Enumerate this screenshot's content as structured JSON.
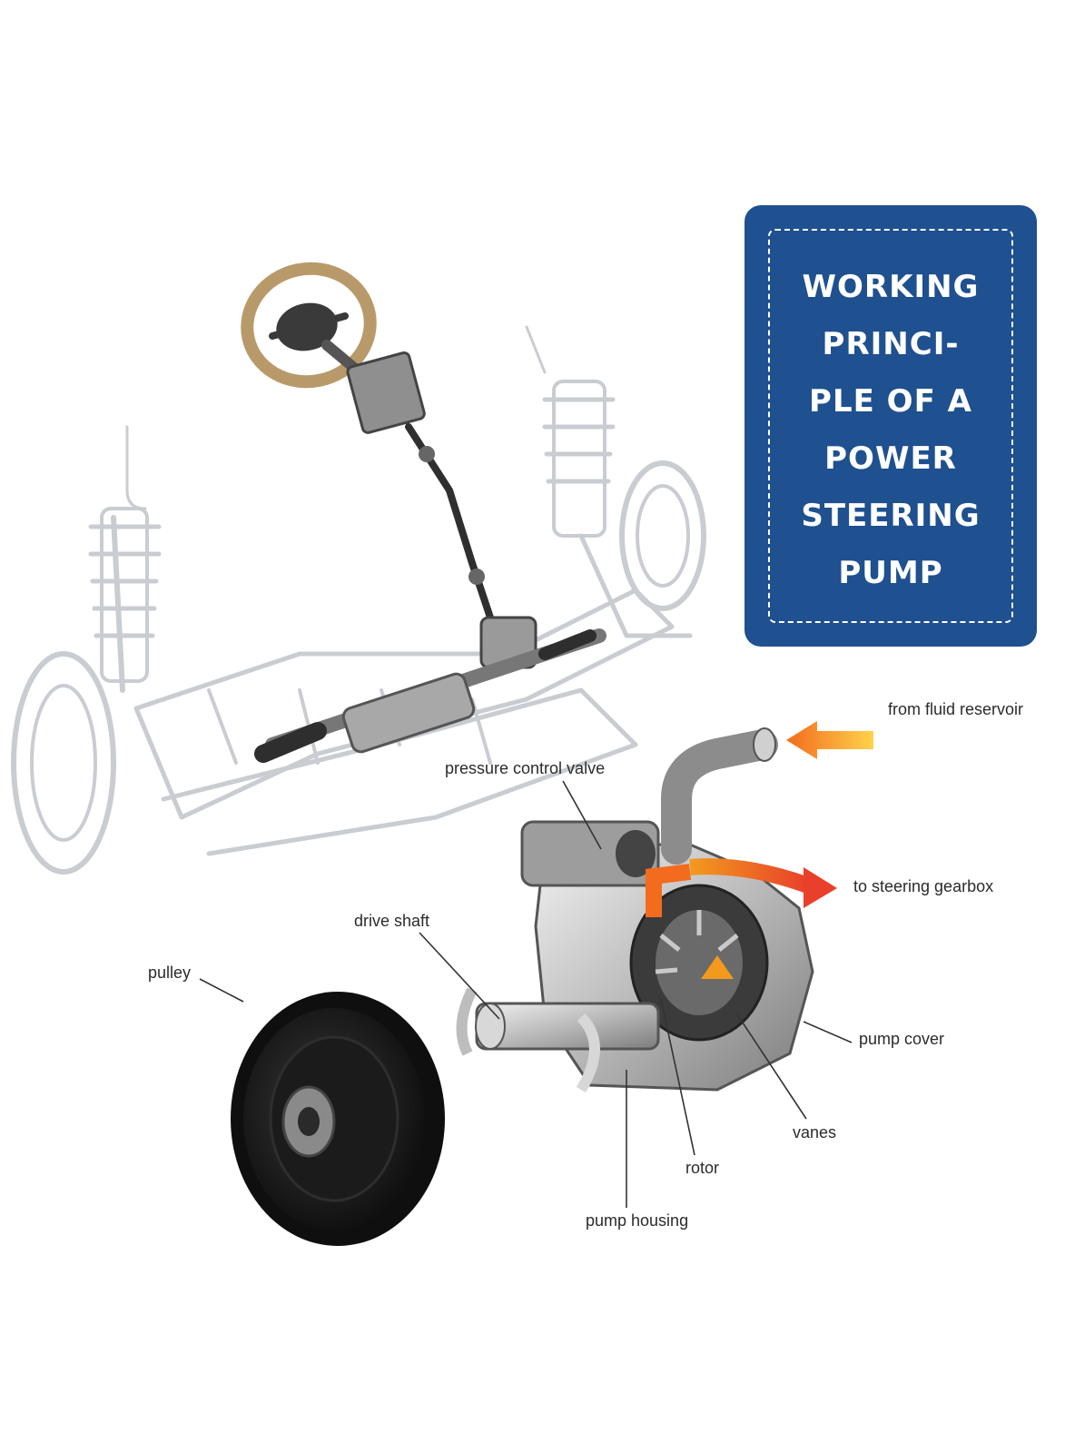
{
  "title_panel": {
    "lines": [
      "WORKING",
      "PRINCI-",
      "PLE OF A",
      "POWER",
      "STEERING",
      "PUMP"
    ],
    "background": "#1f508f"
  },
  "labels": {
    "from_fluid_reservoir": "from fluid reservoir",
    "pressure_control_valve": "pressure control valve",
    "to_steering_gearbox": "to steering gearbox",
    "drive_shaft": "drive shaft",
    "pulley": "pulley",
    "pump_cover": "pump cover",
    "vanes": "vanes",
    "rotor": "rotor",
    "pump_housing": "pump housing"
  },
  "colors": {
    "accent_orange": "#f39a1e",
    "accent_red": "#e8402a",
    "line_gray": "#333333",
    "wireframe_gray": "#c9ccd1",
    "steering_wheel_rim": "#b89a6a"
  }
}
